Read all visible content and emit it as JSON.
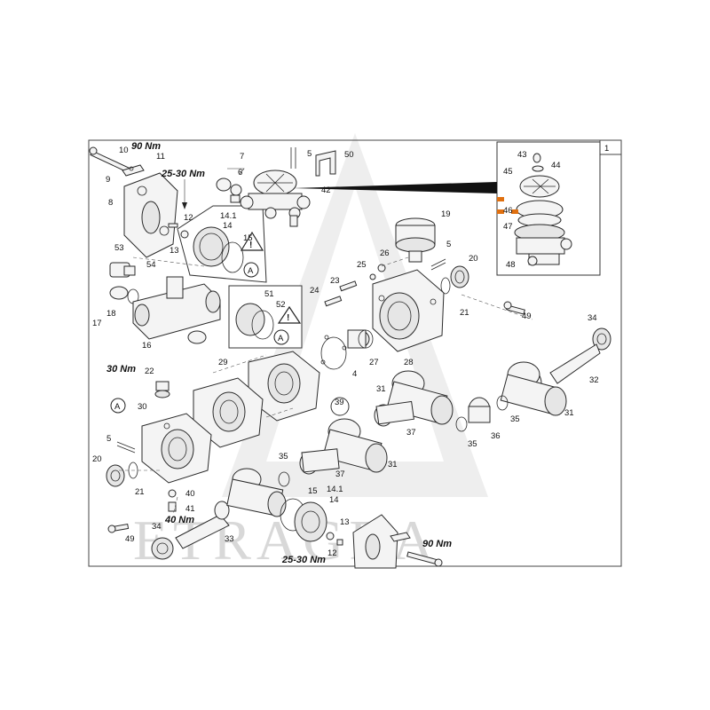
{
  "sheet_number": "1",
  "watermark": "ETRAGRA",
  "torques": {
    "bolt_top": "90 Nm",
    "bolt_bottom": "90 Nm",
    "screw_top": "25-30 Nm",
    "screw_bottom": "25-30 Nm",
    "plug": "30 Nm",
    "drain": "40 Nm"
  },
  "callouts": {
    "c10": "10",
    "c11": "11",
    "c9": "9",
    "c8": "8",
    "c7": "7",
    "c6": "6",
    "c5a": "5",
    "c50": "50",
    "c42": "42",
    "c12a": "12",
    "c13a": "13",
    "c141a": "14.1",
    "c14a": "14",
    "c15a": "15",
    "c53": "53",
    "c54": "54",
    "c18": "18",
    "c17": "17",
    "c16": "16",
    "c51": "51",
    "c52": "52",
    "c43": "43",
    "c44": "44",
    "c45": "45",
    "c46": "46",
    "c47": "47",
    "c48": "48",
    "c19": "19",
    "c5b": "5",
    "c26": "26",
    "c25": "25",
    "c20a": "20",
    "c23": "23",
    "c24": "24",
    "c21a": "21",
    "c49a": "49",
    "c34a": "34",
    "c27": "27",
    "c28": "28",
    "c4": "4",
    "c22": "22",
    "c29": "29",
    "c39": "39",
    "c31a": "31",
    "c32": "32",
    "c31b": "31",
    "c30": "30",
    "c37a": "37",
    "c35a": "35",
    "c36": "36",
    "c35b": "35",
    "c5c": "5",
    "c20b": "20",
    "c21b": "21",
    "c35c": "35",
    "c31c": "31",
    "c37b": "37",
    "c15b": "15",
    "c141b": "14.1",
    "c14b": "14",
    "c40": "40",
    "c41": "41",
    "c34b": "34",
    "c33": "33",
    "c49b": "49",
    "c13b": "13",
    "c12b": "12"
  },
  "badges": {
    "a1": "A",
    "a2": "A",
    "a3": "A"
  }
}
